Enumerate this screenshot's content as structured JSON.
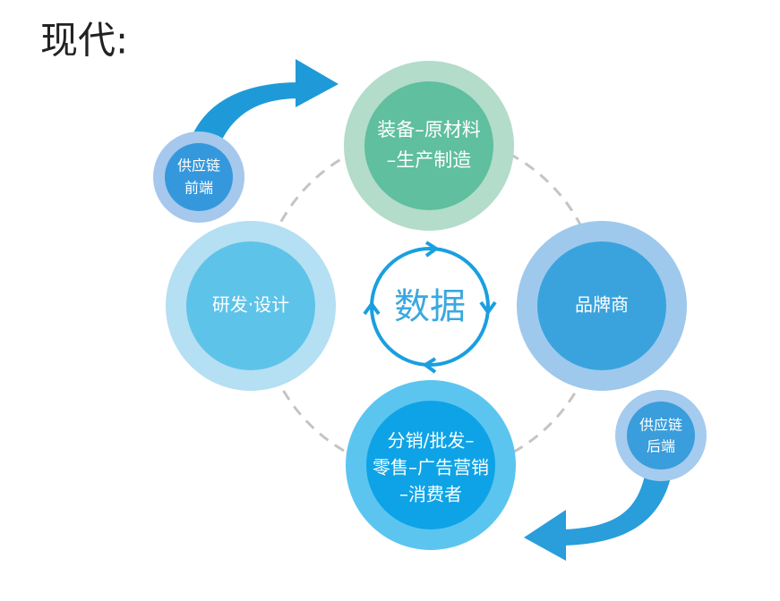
{
  "title": "现代:",
  "center": {
    "label": "数据",
    "color": "#1a9fe0"
  },
  "nodes": {
    "top": {
      "lines": [
        "装备–原材料",
        "–生产制造"
      ],
      "outer": "#b3dcca",
      "inner": "#5fbf9f"
    },
    "left": {
      "lines": [
        "研发·设计"
      ],
      "outer": "#b5dff2",
      "inner": "#5ec3e8"
    },
    "right": {
      "lines": [
        "品牌商"
      ],
      "outer": "#9ec9ec",
      "inner": "#3aa3dd"
    },
    "bottom": {
      "lines": [
        "分销/批发–",
        "零售–广告营销",
        "–消费者"
      ],
      "outer": "#5bc5f0",
      "inner": "#0ea3e6"
    },
    "front": {
      "lines": [
        "供应链",
        "前端"
      ],
      "outer": "#a5c8ec",
      "inner": "#3598dc"
    },
    "back": {
      "lines": [
        "供应链",
        "后端"
      ],
      "outer": "#a5cbee",
      "inner": "#3a9ddc"
    }
  },
  "arrow_color": "#1e9ad8"
}
